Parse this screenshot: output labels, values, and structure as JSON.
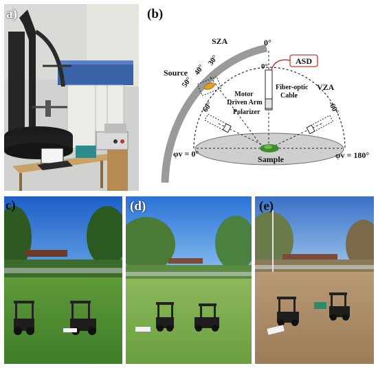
{
  "panels": {
    "a": {
      "label": "a)"
    },
    "b": {
      "label": "(b)"
    },
    "c": {
      "label": "c)"
    },
    "d": {
      "label": "(d)"
    },
    "e": {
      "label": "(e)"
    }
  },
  "diagram": {
    "sza_label": "SZA",
    "vza_label": "VZA",
    "zero_top": "0°",
    "zero_inner": "0°",
    "angle_30": "30°",
    "angle_40": "40°",
    "angle_50": "50°",
    "angle_60_left": "60°",
    "angle_60_right": "-60°",
    "source_label": "Source",
    "asd_label": "ASD",
    "fiber_label_1": "Fiber-optic",
    "fiber_label_2": "Cable",
    "motor_label_1": "Motor",
    "motor_label_2": "Driven Arm",
    "polarizer_label": "Polarizer",
    "sample_label": "Sample",
    "phi_left": "φv = 0°",
    "phi_right": "φv = 180°"
  },
  "colors": {
    "asd_border": "#d23030",
    "source_lamp": "#e0a020",
    "sample_green": "#3d8c30",
    "disk_gray": "#cfcfcf",
    "arc_gray": "#9a9a9a"
  }
}
